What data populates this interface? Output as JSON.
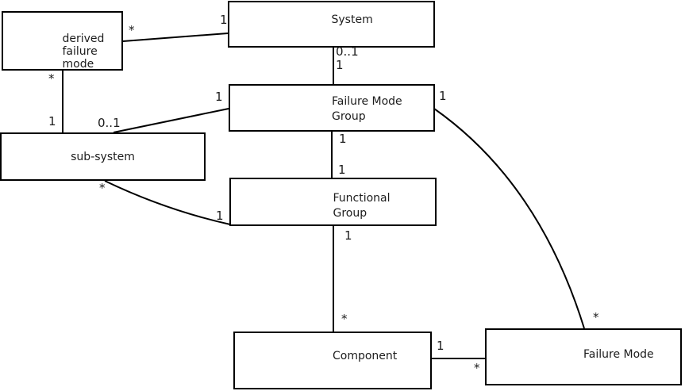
{
  "diagram": {
    "colors": {
      "line": "#000000",
      "background": "#ffffff",
      "text": "#1c1c1c"
    },
    "entities": [
      {
        "label": "derived failure mode"
      },
      {
        "label": "System"
      },
      {
        "label": "Failure Mode Group"
      },
      {
        "label": "sub-system"
      },
      {
        "label": "Functional Group"
      },
      {
        "label": "Component"
      },
      {
        "label": "Failure Mode"
      }
    ],
    "relations": [
      {
        "from": "derived failure mode",
        "to": "System",
        "from_card": "*",
        "to_card": "1"
      },
      {
        "from": "derived failure mode",
        "to": "sub-system",
        "from_card": "*",
        "to_card": "1"
      },
      {
        "from": "sub-system",
        "to": "Failure Mode Group",
        "from_card": "0..1",
        "to_card": "1"
      },
      {
        "from": "System",
        "to": "Failure Mode Group",
        "from_card": "0..1",
        "to_card": "1"
      },
      {
        "from": "Failure Mode Group",
        "to": "Functional Group",
        "from_card": "1",
        "to_card": "1"
      },
      {
        "from": "Functional Group",
        "to": "Component",
        "from_card": "1",
        "to_card": "*"
      },
      {
        "from": "Component",
        "to": "Failure Mode",
        "from_card": "1",
        "to_card": "*"
      },
      {
        "from": "sub-system",
        "to": "Functional Group",
        "from_card": "*",
        "to_card": "1"
      },
      {
        "from": "Failure Mode Group",
        "to": "Failure Mode",
        "from_card": "1",
        "to_card": "*"
      }
    ]
  }
}
